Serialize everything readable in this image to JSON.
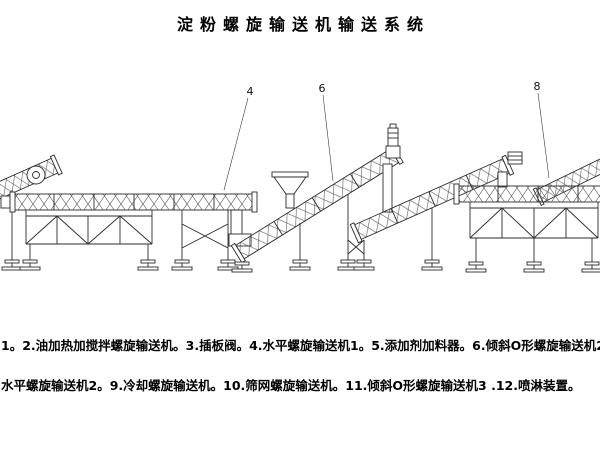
{
  "title": "淀粉螺旋输送机输送系统",
  "callouts": [
    {
      "label": "4"
    },
    {
      "label": "6"
    },
    {
      "label": "8"
    }
  ],
  "legend": {
    "line1": "1。2.油加热加搅拌螺旋输送机。3.插板阀。4.水平螺旋输送机1。5.添加剂加料器。6.倾斜O形螺旋输送机2",
    "line2": "水平螺旋输送机2。9.冷却螺旋输送机。10.筛网螺旋输送机。11.倾斜O形螺旋输送机3 .12.喷淋装置。"
  }
}
